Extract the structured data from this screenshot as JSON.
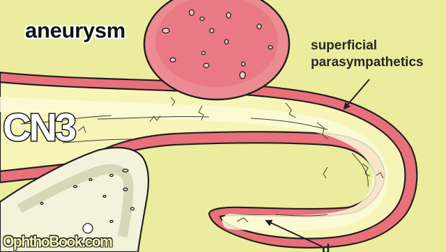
{
  "labels": {
    "aneurysm": "aneurysm",
    "superficial_line1": "superficial",
    "superficial_line2": "parasympathetics",
    "nerve": "CN3",
    "deep_partial": "d"
  },
  "watermark": "OphthoBook.com",
  "colors": {
    "background": "#ecec9e",
    "nerve_fill": "#f7f4b8",
    "nerve_outline": "#1f1f1f",
    "parasympathetic_layer": "#e8707a",
    "aneurysm_fill": "#ed8b93",
    "bone_fill": "#f5f2dc",
    "label_text": "#262626"
  },
  "icons": {
    "arrow": "arrow-icon"
  }
}
